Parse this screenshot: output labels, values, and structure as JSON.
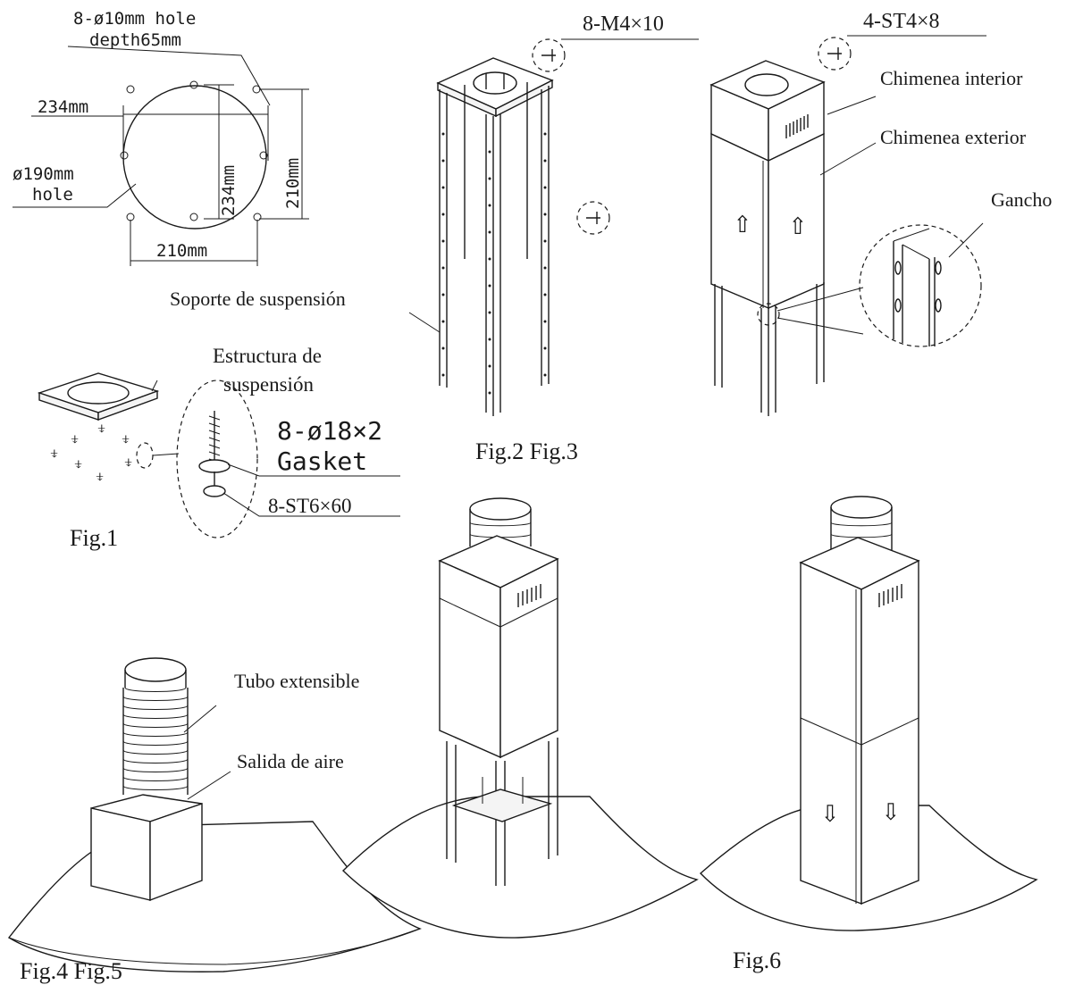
{
  "fig1": {
    "holes_top": "8-ø10mm hole",
    "holes_depth": "depth65mm",
    "dim_234_h": "234mm",
    "dim_234_v": "234mm",
    "dim_210_v": "210mm",
    "dim_210_h": "210mm",
    "center_hole_1": "ø190mm",
    "center_hole_2": "hole",
    "bracket_label_1": "Estructura de",
    "bracket_label_2": "suspensión",
    "gasket_spec": "8-ø18×2",
    "gasket_label": "Gasket",
    "screw_spec": "8-ST6×60",
    "caption": "Fig.1"
  },
  "fig2": {
    "screw_spec": "8-M4×10",
    "support_label": "Soporte de suspensión",
    "caption": "Fig.2  Fig.3"
  },
  "fig3": {
    "screw_spec": "4-ST4×8",
    "inner_chimney": "Chimenea interior",
    "outer_chimney": "Chimenea exterior",
    "hook": "Gancho"
  },
  "fig4": {
    "tube": "Tubo extensible",
    "outlet": "Salida de aire",
    "caption": "Fig.4  Fig.5"
  },
  "fig6": {
    "caption": "Fig.6"
  }
}
